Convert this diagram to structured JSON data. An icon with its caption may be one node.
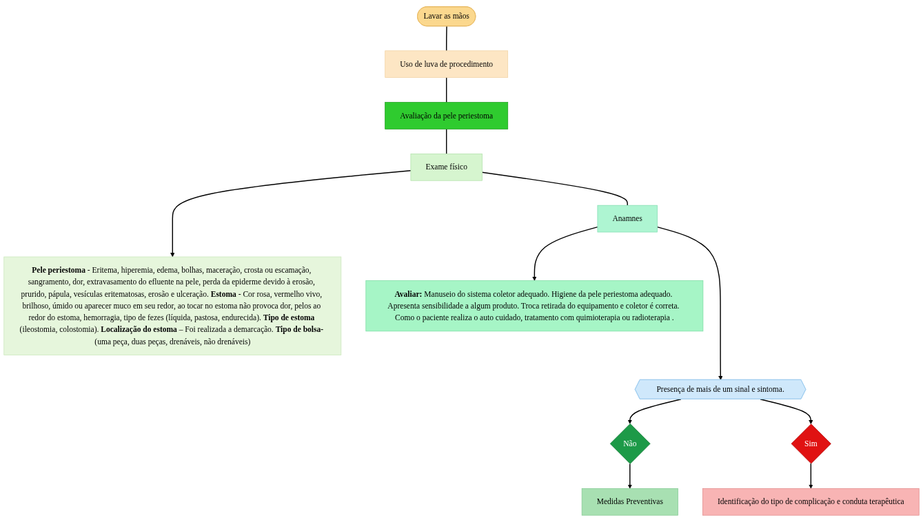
{
  "diagram": {
    "nodes": [
      {
        "text": [
          "Lavar as mãos"
        ]
      },
      {
        "text": [
          "Uso de luva de procedimento"
        ]
      },
      {
        "text": [
          "Avaliação da pele periestoma"
        ]
      },
      {
        "text": [
          "Exame físico"
        ]
      },
      {
        "text": [
          "**Pele periestoma** - Eritema, hiperemia, edema, bolhas, maceração, crosta ou escamação, sangramento, dor, extravasamento do efluente na pele, perda da epiderme devido à erosão, prurido, pápula, vesículas eritematosas, erosão e ulceração. **Estoma** - Cor rosa, vermelho vivo, brilhoso, úmido ou aparecer muco em seu redor, ao tocar no estoma não provoca dor, pelos ao redor do estoma, hemorragia, tipo de fezes (líquida, pastosa, endurecida). **Tipo de estoma** (ileostomia, colostomia). **Localização do estoma** – Foi realizada a demarcação. **Tipo de bolsa-** (uma peça, duas peças, drenáveis, não drenáveis)"
        ]
      },
      {
        "text": [
          "Anamnes"
        ]
      },
      {
        "text": [
          "**Avaliar:** Manuseio do sistema coletor adequado. Higiene da pele periestoma adequado. Apresenta sensibilidade a algum produto. Troca retirada do equipamento e coletor é correta. Como o paciente realiza o auto cuidado, tratamento com quimioterapia ou radioterapia ."
        ]
      },
      {
        "text": [
          "Presença de mais de um sinal e sintoma."
        ]
      },
      {
        "text": [
          "Não"
        ]
      },
      {
        "text": [
          "Sim"
        ]
      },
      {
        "text": [
          "Medidas Preventivas"
        ]
      },
      {
        "text": [
          "Identificação do tipo de complicação e conduta terapêutica"
        ]
      }
    ],
    "edges": [
      {
        "from": 0,
        "to": 1,
        "arrow": "none"
      },
      {
        "from": 1,
        "to": 2,
        "arrow": "none"
      },
      {
        "from": 2,
        "to": 3,
        "arrow": "none"
      },
      {
        "from": 3,
        "to": 4,
        "arrow": "to"
      },
      {
        "from": 3,
        "to": 5,
        "arrow": "none"
      },
      {
        "from": 5,
        "to": 6,
        "arrow": "to"
      },
      {
        "from": 5,
        "to": 7,
        "arrow": "to"
      },
      {
        "from": 7,
        "to": 8,
        "arrow": "to"
      },
      {
        "from": 7,
        "to": 9,
        "arrow": "to"
      },
      {
        "from": 8,
        "to": 10,
        "arrow": "to"
      },
      {
        "from": 9,
        "to": 11,
        "arrow": "to"
      }
    ]
  }
}
